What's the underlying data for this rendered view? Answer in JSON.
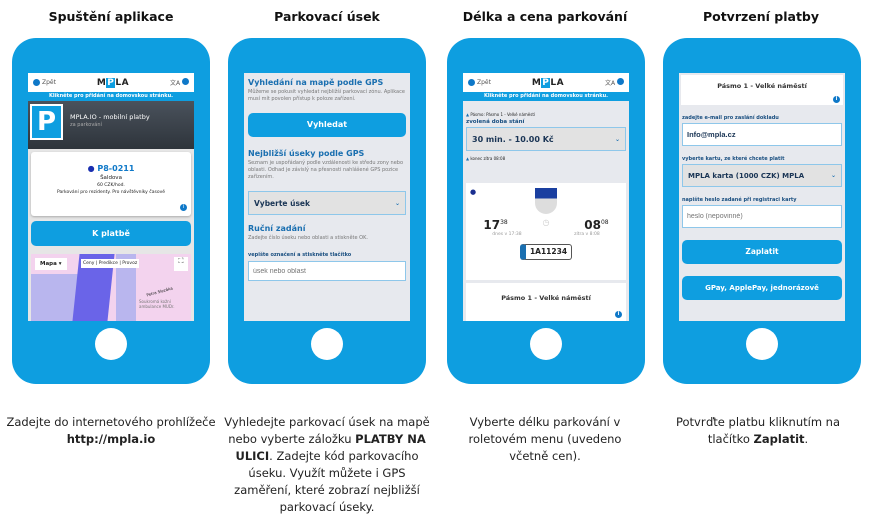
{
  "steps": [
    {
      "title": "Spuštění aplikace",
      "caption_html": [
        "Zadejte do internetového prohlížeče ",
        "http://mpla.io",
        ""
      ]
    },
    {
      "title": "Parkovací úsek"
    },
    {
      "title": "Délka a cena parkování"
    },
    {
      "title": "Potvrzení platby"
    }
  ],
  "captions": {
    "c1a": "Zadejte do internetového prohlížeče ",
    "c1b": "http://mpla.io",
    "c2a": "Vyhledejte parkovací úsek na mapě nebo vyberte záložku ",
    "c2b": "PLATBY NA ULICI",
    ".c2c": "",
    "c2c": ". Zadejte kód parkovacího úseku. Využít můžete i GPS zaměření, které zobrazí nejbližší parkovací úseky.",
    "c3": "Vyberte délku parkování v roletovém menu (uvedeno včetně cen).",
    "c4a": "Potvrďte platbu kliknutím na tlačítko ",
    "c4b": "Zaplatit",
    "c4c": "."
  },
  "app": {
    "back": "Zpět",
    "logo_a": "M",
    "logo_b": "P",
    "logo_c": "LA",
    "banner": "Klikněte pro přidání na domovskou stránku.",
    "translate_icon": "translate-icon",
    "settings_icon": "gear-icon"
  },
  "s1": {
    "app_name": "MPLA.IO - mobilní platby",
    "app_sub": "za parkování",
    "zone_code": "P8-0211",
    "street": "Šaldova",
    "price": "60 CZK/hod.",
    "note": "Parkování pro rezidenty. Pro návštěvníky časově",
    "pay_button": "K platbě",
    "map_select": "Mapa",
    "map_tabs": "Ceny | Predikce | Provoz",
    "map_street1": "Petra Slezáka",
    "map_place": "Soukromá kožní ambulance MUDr."
  },
  "s2": {
    "gps_title": "Vyhledání na mapě podle GPS",
    "gps_desc": "Můžeme se pokusit vyhledat nejbližší parkovací zónu. Aplikace musí mít povolen přístup k poloze zařízení.",
    "search_button": "Vyhledat",
    "near_title": "Nejbližší úseky podle GPS",
    "near_desc": "Seznam je uspořádaný podle vzdálenosti ke středu zony nebo oblasti. Odhad je závislý na přesnosti nahlášené GPS pozice zařízením.",
    "select_value": "Vyberte úsek",
    "manual_title": "Ruční zadání",
    "manual_desc": "Zadejte číslo úseku nebo oblasti a stiskněte OK.",
    "input_label": "vepište označení a stiskněte tlačítko",
    "input_placeholder": "úsek nebo oblast"
  },
  "s3": {
    "zone": "Pásmo: Pásmo 1 - Velké náměstí",
    "duration_label": "zvolená doba stání",
    "duration_value": "30 min. - 10.00 Kč",
    "end": "konec zítra 08:08",
    "start_h": "17",
    "start_m": "38",
    "end_h": "08",
    "end_m": "08",
    "start_sub": "dnes v 17:38",
    "end_sub": "zítra v 8:08",
    "plate": "1A11234",
    "zone_name": "Pásmo 1 - Velké náměstí"
  },
  "s4": {
    "zone_name": "Pásmo 1 - Velké náměstí",
    "email_label": "zadejte e-mail pro zaslání dokladu",
    "email_value": "Info@mpla.cz",
    "card_label": "vyberte kartu, ze které chcete platit",
    "card_value": "MPLA karta (1000 CZK) MPLA",
    "pw_label": "napište heslo zadané při registraci karty",
    "pw_placeholder": "heslo (nepovinné)",
    "pay_button": "Zaplatit",
    "alt_button": "GPay, ApplePay, jednorázově"
  }
}
